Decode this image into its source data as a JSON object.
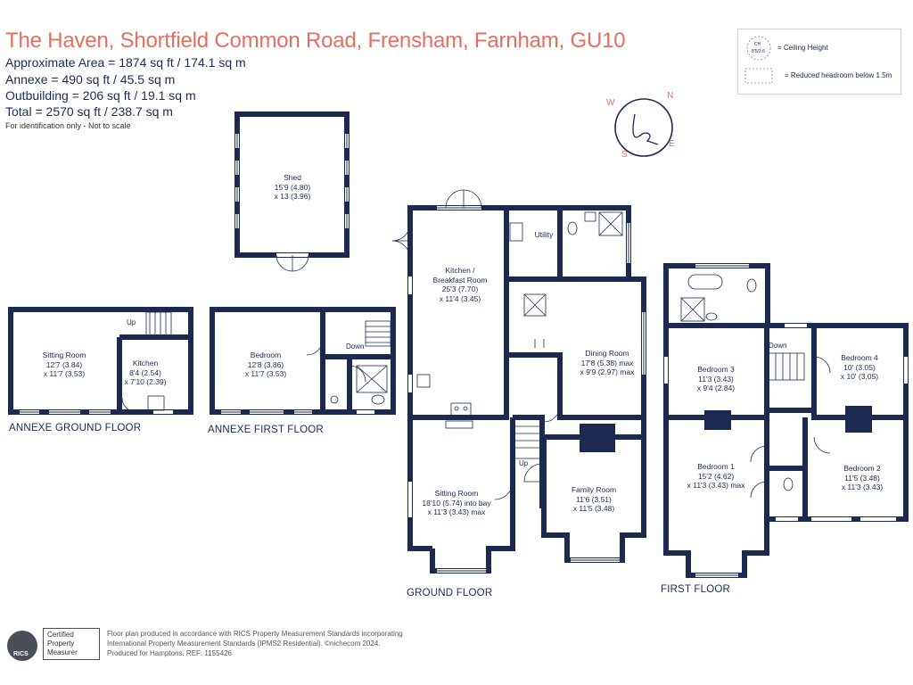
{
  "header": {
    "title": "The Haven, Shortfield Common Road, Frensham, Farnham, GU10",
    "areas": [
      "Approximate Area = 1874 sq ft / 174.1 sq m",
      "Annexe = 490 sq ft / 45.5 sq m",
      "Outbuilding = 206 sq ft / 19.1 sq m",
      "Total = 2570 sq ft / 238.7 sq m"
    ],
    "disclaimer": "For identification only - Not to scale"
  },
  "legend": {
    "ceiling_code": "CH",
    "ceiling_code_value": "8'5/2.6",
    "ceiling_label": "= Ceiling Height",
    "reduced_label": "= Reduced headroom below 1.5m"
  },
  "compass": {
    "n": "N",
    "e": "E",
    "s": "S",
    "w": "W"
  },
  "floors": {
    "annexe_ground": "ANNEXE GROUND FLOOR",
    "annexe_first": "ANNEXE FIRST FLOOR",
    "ground": "GROUND FLOOR",
    "first": "FIRST FLOOR"
  },
  "rooms": {
    "shed": [
      "Shed",
      "15'9 (4.80)",
      "x 13 (3.96)"
    ],
    "annexe_sitting": [
      "Sitting Room",
      "12'7 (3.84)",
      "x 11'7 (3.53)"
    ],
    "annexe_kitchen": [
      "Kitchen",
      "8'4 (2.54)",
      "x 7'10 (2.39)"
    ],
    "annexe_bedroom": [
      "Bedroom",
      "12'8 (3.86)",
      "x 11'7 (3.53)"
    ],
    "kitchen": [
      "Kitchen /",
      "Breakfast Room",
      "25'3 (7.70)",
      "x 11'4 (3.45)"
    ],
    "utility": [
      "Utility"
    ],
    "dining": [
      "Dining Room",
      "17'8 (5.38) max",
      "x 9'9 (2.97) max"
    ],
    "sitting": [
      "Sitting Room",
      "18'10 (5.74) into bay",
      "x 11'3 (3.43) max"
    ],
    "family": [
      "Family Room",
      "11'6 (3.51)",
      "x 11'5 (3.48)"
    ],
    "bedroom3": [
      "Bedroom 3",
      "11'3 (3.43)",
      "x 9'4 (2.84)"
    ],
    "bedroom4": [
      "Bedroom 4",
      "10' (3.05)",
      "x 10' (3.05)"
    ],
    "bedroom1": [
      "Bedroom 1",
      "15'2 (4.62)",
      "x 11'3 (3.43) max"
    ],
    "bedroom2": [
      "Bedroom 2",
      "11'5 (3.48)",
      "x 11'3 (3.43)"
    ]
  },
  "stair_labels": {
    "annexe_up": "Up",
    "annexe_down": "Down",
    "ground_up": "Up",
    "first_down": "Down"
  },
  "footer": {
    "rics_word": "RICS",
    "badge": [
      "Certified",
      "Property",
      "Measurer"
    ],
    "lines": [
      "Floor plan produced in accordance with RICS Property Measurement Standards incorporating",
      "International Property Measurement Standards (IPMS2 Residential).  ©nichecom 2024.",
      "Produced for Hamptons.   REF:  1155426"
    ]
  },
  "colors": {
    "wall": "#1c2a52",
    "title": "#e56f5f",
    "compass": "#e56f5f"
  }
}
